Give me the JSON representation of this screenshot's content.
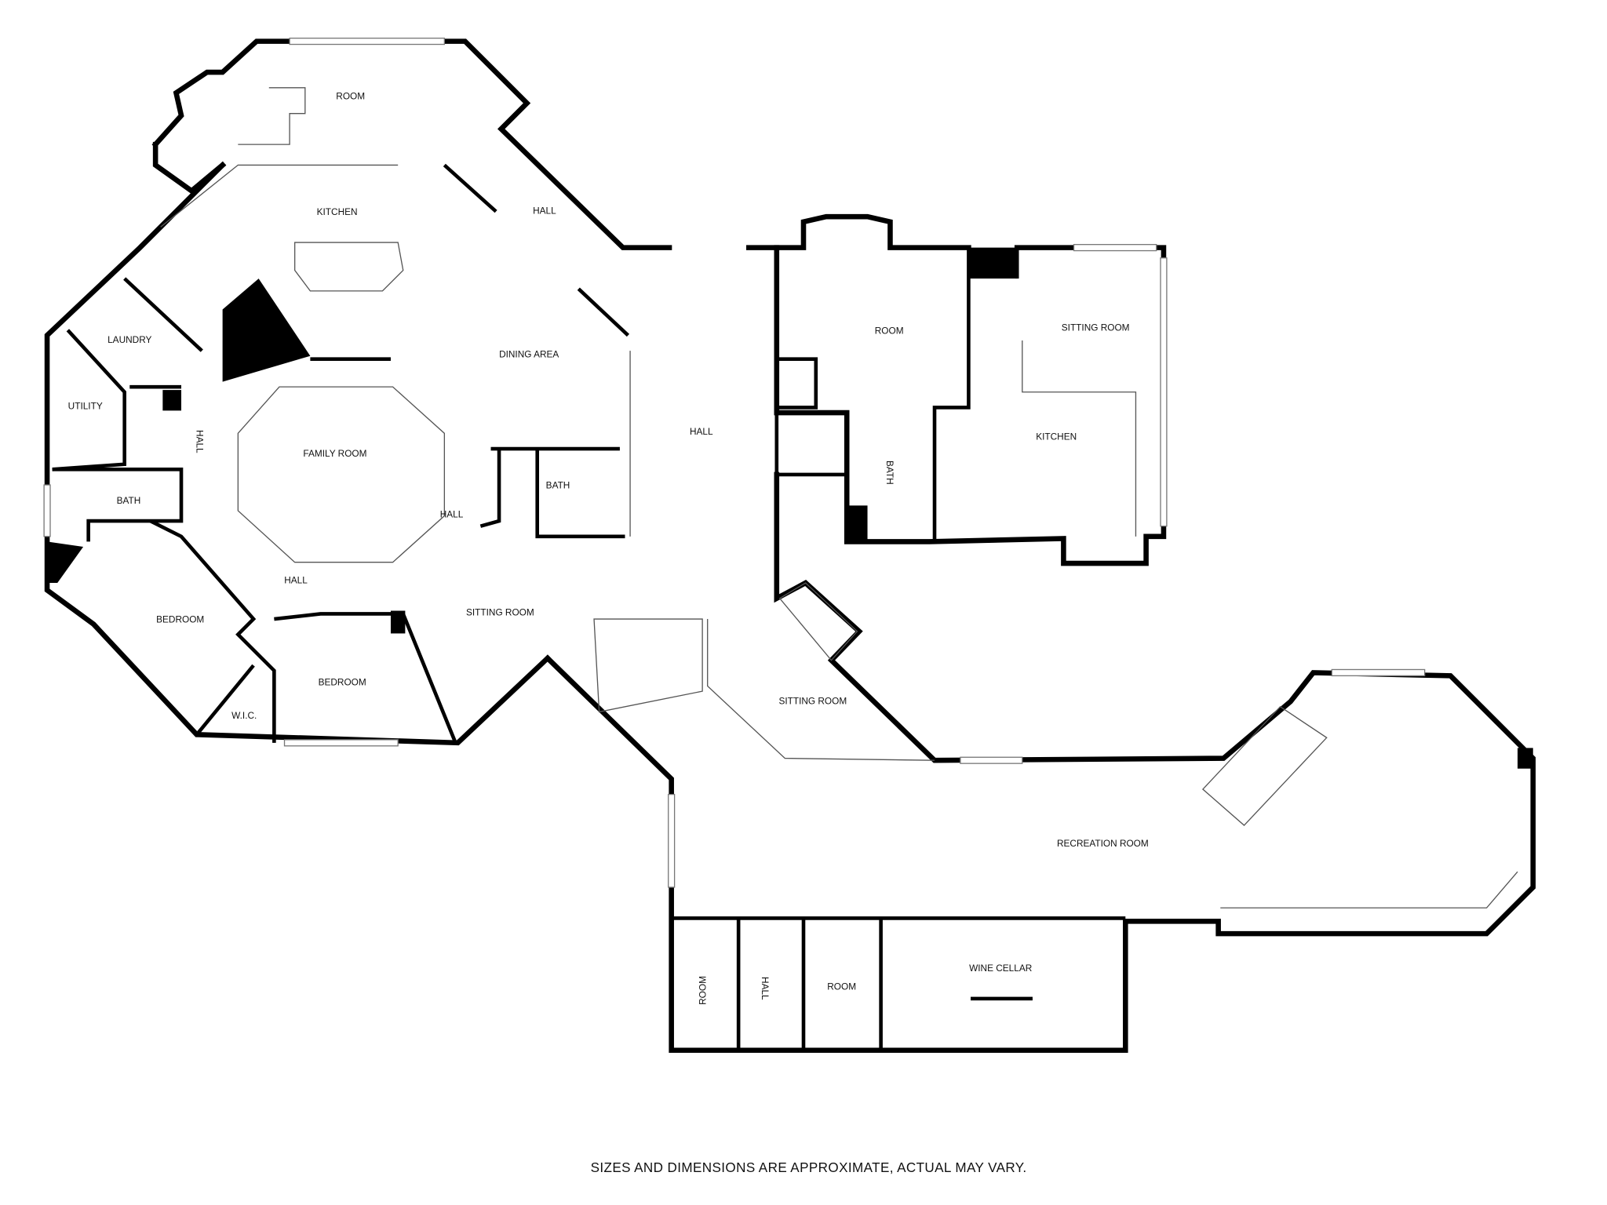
{
  "rooms": {
    "room_top": "ROOM",
    "kitchen_main": "KITCHEN",
    "hall_upper": "HALL",
    "dining_area": "DINING AREA",
    "laundry": "LAUNDRY",
    "utility": "UTILITY",
    "hall_left": "HALL",
    "family_room": "FAMILY ROOM",
    "hall_center": "HALL",
    "bath_center": "BATH",
    "bath_left": "BATH",
    "hall_lower": "HALL",
    "sitting_room_center": "SITTING ROOM",
    "bedroom_1": "BEDROOM",
    "bedroom_2": "BEDROOM",
    "wic": "W.I.C.",
    "hall_main": "HALL",
    "room_east": "ROOM",
    "sitting_room_east": "SITTING ROOM",
    "kitchen_east": "KITCHEN",
    "bath_east": "BATH",
    "sitting_room_south": "SITTING ROOM",
    "recreation_room": "RECREATION ROOM",
    "room_lower_left": "ROOM",
    "hall_lower_small": "HALL",
    "room_lower": "ROOM",
    "wine_cellar": "WINE CELLAR"
  },
  "footer": {
    "disclaimer": "SIZES AND DIMENSIONS ARE APPROXIMATE, ACTUAL MAY VARY."
  }
}
